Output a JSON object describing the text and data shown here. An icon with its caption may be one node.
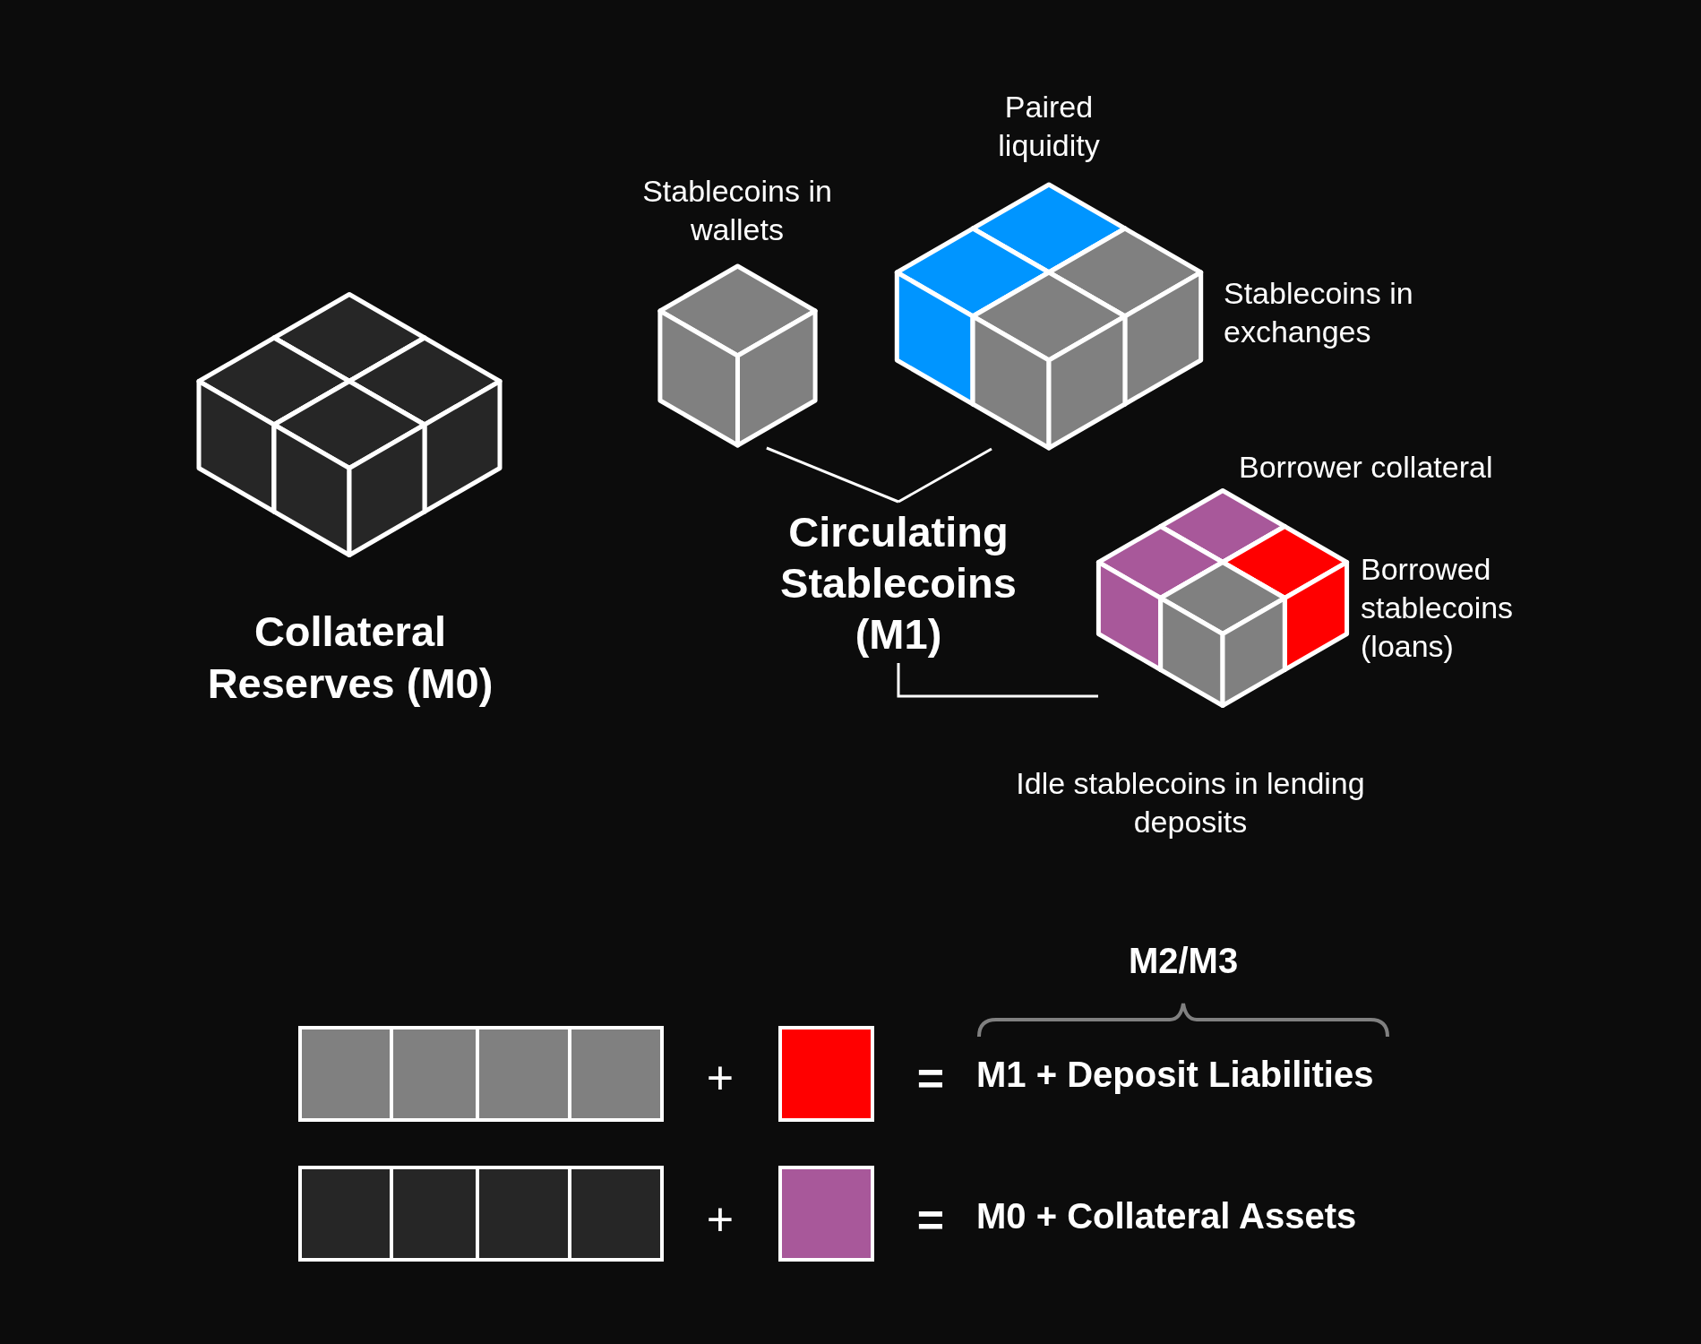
{
  "diagram": {
    "nodes": [
      {
        "text": [],
        "shape": "picture",
        "beside": [
          "Collateral Reserves (M0)"
        ]
      },
      {
        "text": [],
        "shape": "picture",
        "beside": [
          "Stablecoins in wallets"
        ]
      },
      {
        "text": [],
        "shape": "picture",
        "beside": [
          "Paired liquidity",
          "Stablecoins in exchanges"
        ]
      },
      {
        "text": [
          "Circulating Stablecoins (M1)"
        ]
      },
      {
        "text": [],
        "shape": "picture",
        "beside": [
          "Borrower collateral",
          "Borrowed stablecoins (loans)",
          "Idle stablecoins in lending deposits"
        ]
      }
    ],
    "edges": [
      {
        "from": 1,
        "to": 3,
        "arrow": "none"
      },
      {
        "from": 2,
        "to": 3,
        "arrow": "none"
      },
      {
        "from": 3,
        "to": 4,
        "arrow": "none"
      }
    ],
    "labels": [
      "M2/M3",
      "+",
      "=",
      "M1 + Deposit Liabilities",
      "+",
      "=",
      "M0 + Collateral Assets"
    ]
  }
}
